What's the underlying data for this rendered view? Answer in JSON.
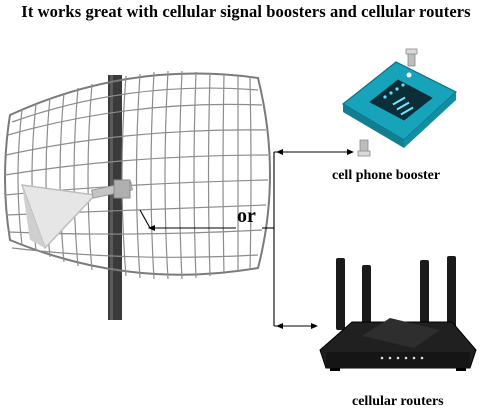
{
  "headline": "It works great with cellular signal boosters and cellular routers",
  "labels": {
    "booster": "cell phone booster",
    "connector": "or",
    "router": "cellular routers"
  },
  "icons": {
    "antenna": "grid-parabolic-antenna-icon",
    "booster": "signal-booster-device-icon",
    "router": "wifi-router-icon"
  },
  "colors": {
    "booster_body": "#1aa3b8",
    "router_body": "#1a1a1a",
    "grid_wire": "#8a8a8a",
    "mast": "#333333"
  }
}
